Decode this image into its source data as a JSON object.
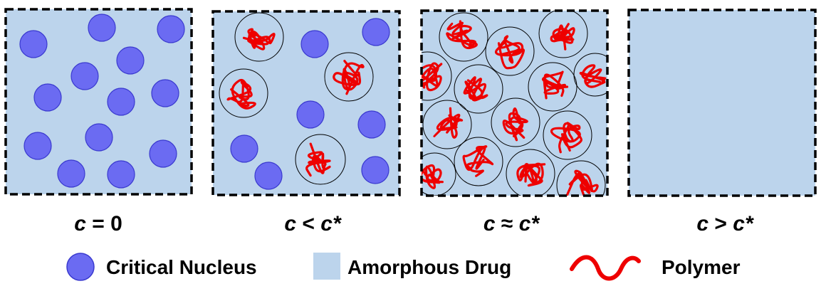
{
  "panels": [
    {
      "label_var": "c",
      "label_rest": " = 0",
      "regime": "no-polymer"
    },
    {
      "label_var": "c",
      "label_op": " < ",
      "label_ref": "c*",
      "regime": "dilute"
    },
    {
      "label_var": "c",
      "label_op": " ≈ ",
      "label_ref": "c*",
      "regime": "overlap"
    },
    {
      "label_var": "c",
      "label_op": " > ",
      "label_ref": "c*",
      "regime": "semidilute"
    }
  ],
  "legend": {
    "nucleus_label": "Critical Nucleus",
    "drug_label": "Amorphous Drug",
    "polymer_label": "Polymer"
  },
  "colors": {
    "nucleus_fill": "#6b6bf2",
    "nucleus_stroke": "#3a3acf",
    "drug_fill": "#bcd4ec",
    "polymer": "#ee0000",
    "border": "#000000"
  }
}
